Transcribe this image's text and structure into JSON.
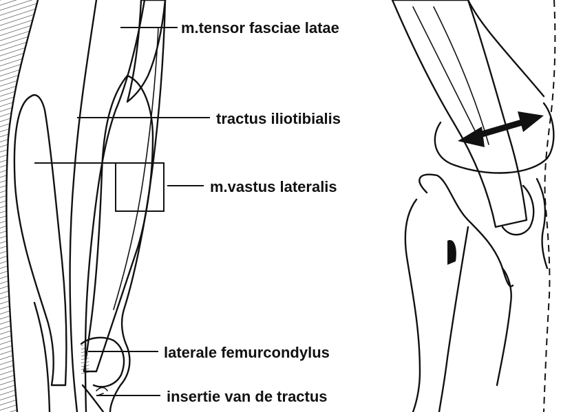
{
  "labels": {
    "tensor": "m.tensor fasciae latae",
    "tractus": "tractus iliotibialis",
    "vastus": "m.vastus lateralis",
    "condylus": "laterale femurcondylus",
    "insertie": "insertie van de tractus"
  },
  "colors": {
    "ink": "#111111",
    "paper": "#ffffff"
  },
  "icons": [
    "double-headed-arrow"
  ]
}
